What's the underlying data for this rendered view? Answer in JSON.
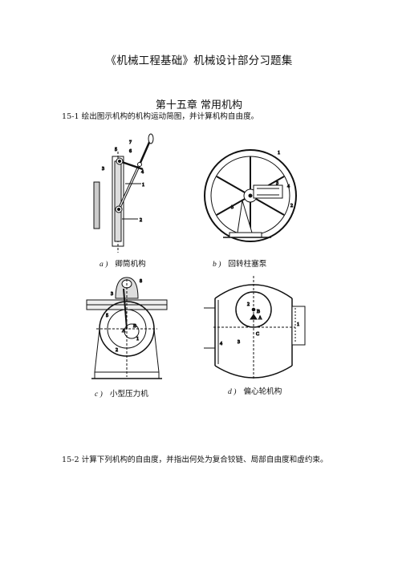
{
  "doc": {
    "title": "《机械工程基础》机械设计部分习题集",
    "chapter": "第十五章  常用机构",
    "p1": "15-1 绘出图示机构的机构运动简图，并计算机构自由度。",
    "p2": "15-2 计算下列机构的自由度，并指出何处为复合铰链、局部自由度和虚约束。"
  },
  "figures": {
    "a": {
      "letter": "a )",
      "caption": "卿筒机构",
      "labels": [
        "5",
        "7",
        "6",
        "4",
        "3",
        "1",
        "2"
      ]
    },
    "b": {
      "letter": "b )",
      "caption": "回转柱塞泵",
      "labels": [
        "1",
        "3",
        "4",
        "2",
        "3"
      ]
    },
    "c": {
      "letter": "c )",
      "caption": "小型压力机",
      "labels": [
        "8",
        "3",
        "5",
        "B",
        "A",
        "2",
        "1"
      ]
    },
    "d": {
      "letter": "d )",
      "caption": "偏心轮机构",
      "labels": [
        "2",
        "B",
        "A",
        "C",
        "1",
        "4",
        "3"
      ]
    }
  }
}
